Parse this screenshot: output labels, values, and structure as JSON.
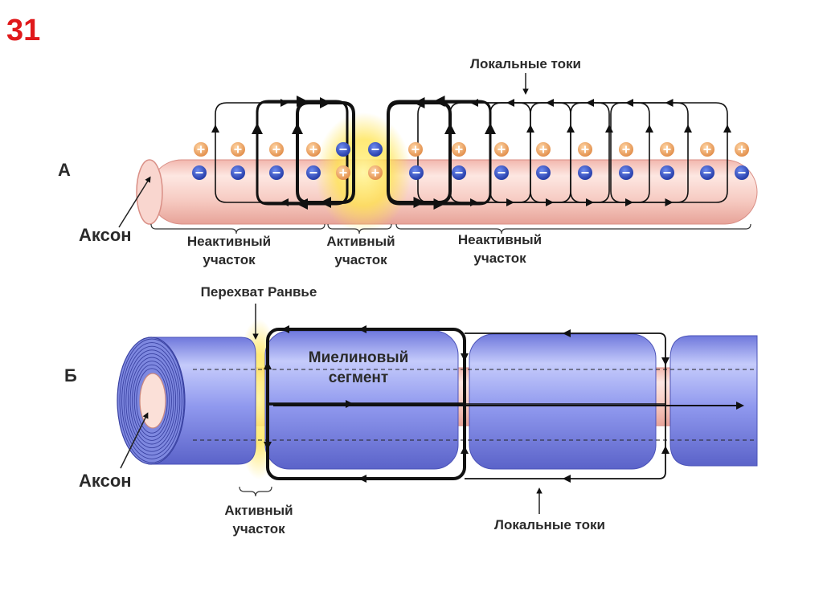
{
  "slide_number": "31",
  "panel_a": {
    "letter": "А",
    "axon_label": "Аксон",
    "local_currents_label": "Локальные токи",
    "inactive_left": {
      "line1": "Неактивный",
      "line2": "участок"
    },
    "active": {
      "line1": "Активный",
      "line2": "участок"
    },
    "inactive_right": {
      "line1": "Неактивный",
      "line2": "участок"
    }
  },
  "panel_b": {
    "letter": "Б",
    "axon_label": "Аксон",
    "node_label": "Перехват Ранвье",
    "myelin": {
      "line1": "Миелиновый",
      "line2": "сегмент"
    },
    "active": {
      "line1": "Активный",
      "line2": "участок"
    },
    "local_currents_label": "Локальные токи"
  },
  "colors": {
    "axon_fill": "#f6c9c0",
    "myelin_fill": "#8c95ea",
    "active_glow": "#ffe34a",
    "positive_ion": "#e8a062",
    "negative_ion": "#2b47b8",
    "slide_number": "#e0191b"
  }
}
